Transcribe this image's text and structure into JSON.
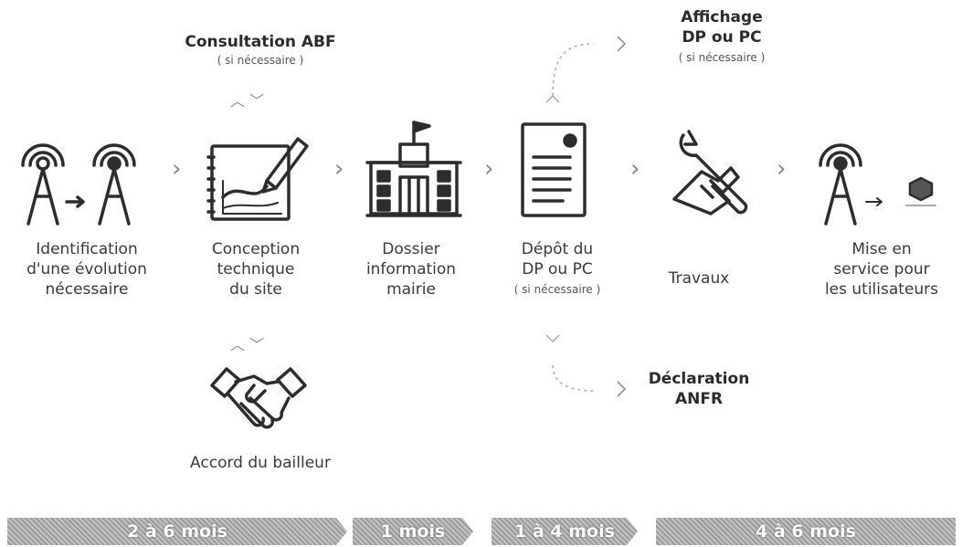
{
  "colors": {
    "stroke": "#2d2d2d",
    "text": "#3a3a3a",
    "bar": "#a9a9a9",
    "bar_text": "#ffffff"
  },
  "steps": [
    {
      "lines": [
        "Identification",
        "d'une évolution",
        "nécessaire"
      ],
      "icon": "antenna-to-antenna-icon"
    },
    {
      "lines": [
        "Conception",
        "technique",
        "du site"
      ],
      "icon": "drawing-tablet-icon"
    },
    {
      "lines": [
        "Dossier",
        "information",
        "mairie"
      ],
      "icon": "town-hall-icon"
    },
    {
      "lines": [
        "Dépôt du",
        "DP ou PC"
      ],
      "note": "( si nécessaire )",
      "icon": "document-icon"
    },
    {
      "lines": [
        "Travaux"
      ],
      "icon": "wrench-hand-icon"
    },
    {
      "lines": [
        "Mise en",
        "service pour",
        "les utilisateurs"
      ],
      "icon": "antenna-to-box-icon"
    }
  ],
  "side": {
    "abf": {
      "title": "Consultation ABF",
      "note": "( si nécessaire )"
    },
    "affichage": {
      "lines": [
        "Affichage",
        "DP ou PC"
      ],
      "note": "( si nécessaire )"
    },
    "declaration": {
      "lines": [
        "Déclaration",
        "ANFR"
      ]
    },
    "accord": {
      "label": "Accord du bailleur"
    }
  },
  "timeline": [
    "2 à 6 mois",
    "1 mois",
    "1 à 4 mois",
    "4 à 6 mois"
  ]
}
